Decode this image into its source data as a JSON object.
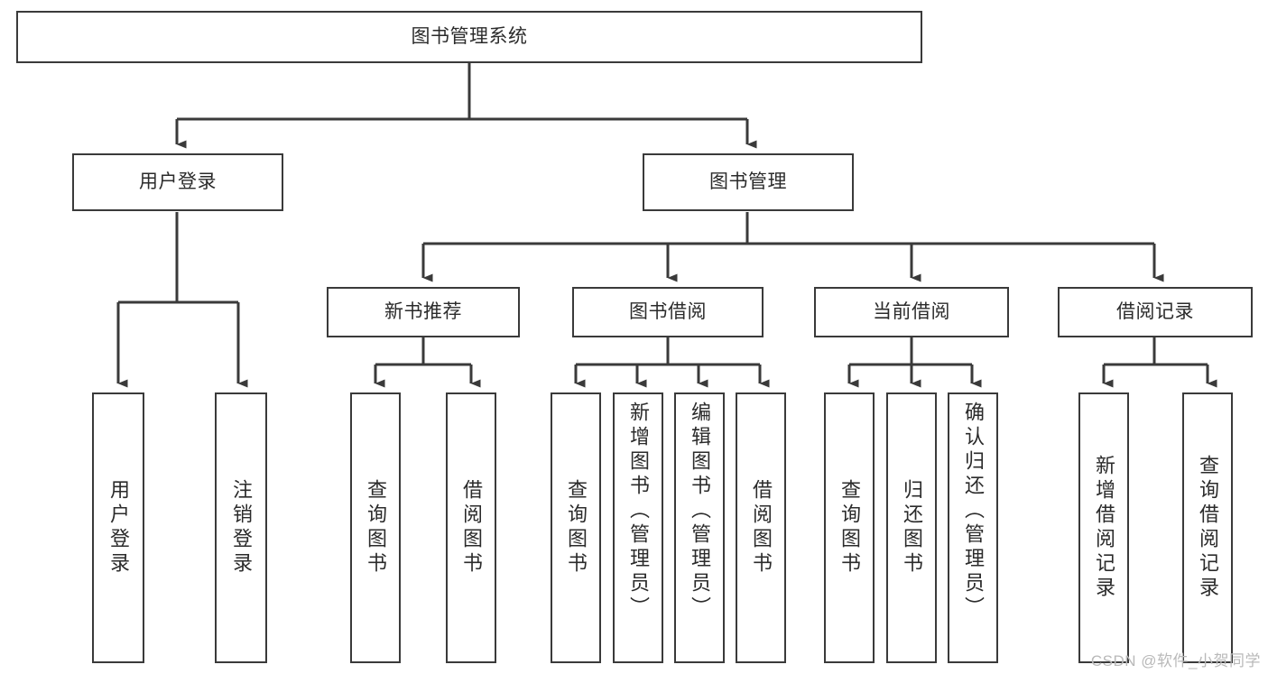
{
  "diagram": {
    "type": "tree-hierarchy-chart",
    "title": "图书管理系统",
    "colors": {
      "background": "#ffffff",
      "box_border": "#3a3a3a",
      "box_fill": "#ffffff",
      "connector": "#3a3a3a",
      "text": "#2b2b2b",
      "watermark": "#b9b9b9"
    },
    "levels": {
      "root": {
        "label": "图书管理系统",
        "orientation": "horizontal"
      },
      "level2": [
        {
          "id": "user-login",
          "label": "用户登录",
          "orientation": "horizontal"
        },
        {
          "id": "book-management",
          "label": "图书管理",
          "orientation": "horizontal"
        }
      ],
      "level3": [
        {
          "id": "new-book-recommend",
          "label": "新书推荐",
          "orientation": "horizontal",
          "parent": "book-management"
        },
        {
          "id": "book-borrow",
          "label": "图书借阅",
          "orientation": "horizontal",
          "parent": "book-management"
        },
        {
          "id": "current-borrow",
          "label": "当前借阅",
          "orientation": "horizontal",
          "parent": "book-management"
        },
        {
          "id": "borrow-record",
          "label": "借阅记录",
          "orientation": "horizontal",
          "parent": "book-management"
        }
      ],
      "leaves": [
        {
          "id": "leaf-user-login",
          "label": "用户登录",
          "parent": "user-login",
          "orientation": "vertical"
        },
        {
          "id": "leaf-logout",
          "label": "注销登录",
          "parent": "user-login",
          "orientation": "vertical"
        },
        {
          "id": "leaf-query-book-1",
          "label": "查询图书",
          "parent": "new-book-recommend",
          "orientation": "vertical"
        },
        {
          "id": "leaf-borrow-book-1",
          "label": "借阅图书",
          "parent": "new-book-recommend",
          "orientation": "vertical"
        },
        {
          "id": "leaf-query-book-2",
          "label": "查询图书",
          "parent": "book-borrow",
          "orientation": "vertical"
        },
        {
          "id": "leaf-add-book",
          "label": "新增图书（管理员）",
          "parent": "book-borrow",
          "orientation": "vertical"
        },
        {
          "id": "leaf-edit-book",
          "label": "编辑图书（管理员）",
          "parent": "book-borrow",
          "orientation": "vertical"
        },
        {
          "id": "leaf-borrow-book-2",
          "label": "借阅图书",
          "parent": "book-borrow",
          "orientation": "vertical"
        },
        {
          "id": "leaf-query-book-3",
          "label": "查询图书",
          "parent": "current-borrow",
          "orientation": "vertical"
        },
        {
          "id": "leaf-return-book",
          "label": "归还图书",
          "parent": "current-borrow",
          "orientation": "vertical"
        },
        {
          "id": "leaf-confirm-return",
          "label": "确认归还（管理员）",
          "parent": "current-borrow",
          "orientation": "vertical"
        },
        {
          "id": "leaf-add-record",
          "label": "新增借阅记录",
          "parent": "borrow-record",
          "orientation": "vertical"
        },
        {
          "id": "leaf-query-record",
          "label": "查询借阅记录",
          "parent": "borrow-record",
          "orientation": "vertical"
        }
      ]
    }
  },
  "watermark": {
    "text": "CSDN @软件_小贺同学"
  }
}
